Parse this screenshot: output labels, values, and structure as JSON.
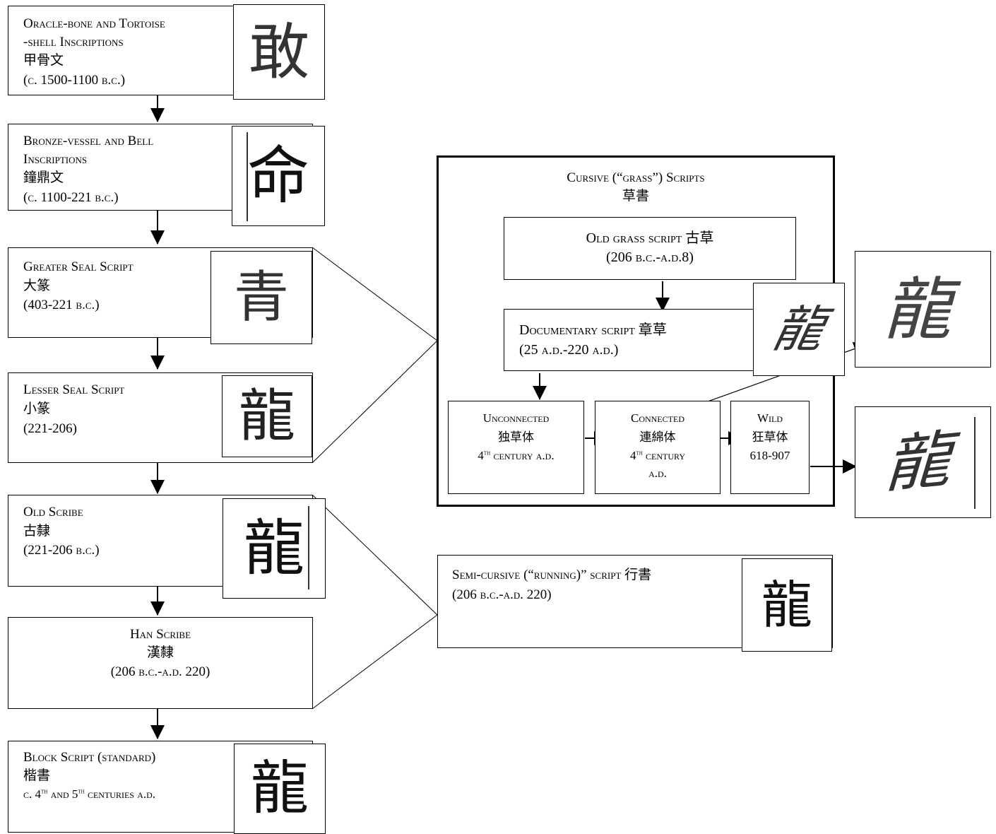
{
  "left": {
    "oracle": {
      "title": "Oracle-bone and Tortoise",
      "title2": "-shell Inscriptions",
      "chinese": "甲骨文",
      "date": "(c. 1500-1100 b.c.)",
      "glyph": "敢"
    },
    "bronze": {
      "title": "Bronze-vessel and Bell",
      "title2": "Inscriptions",
      "chinese": "鐘鼎文",
      "date": "(c. 1100-221 b.c.)",
      "glyph": "命"
    },
    "greater": {
      "title": "Greater Seal Script",
      "chinese": "大篆",
      "date": "(403-221 b.c.)",
      "glyph": "青"
    },
    "lesser": {
      "title": "Lesser Seal Script",
      "chinese": "小篆",
      "date": "(221-206)",
      "glyph": "龍"
    },
    "oldscribe": {
      "title": "Old Scribe",
      "chinese": "古隸",
      "date": "(221-206 b.c.)",
      "glyph": "龍"
    },
    "hanscribe": {
      "title": "Han Scribe",
      "chinese": "漢隸",
      "date": "(206 b.c.-a.d. 220)"
    },
    "block": {
      "title": "Block Script (standard)",
      "chinese": "楷書",
      "date_prefix": "c. 4",
      "date_sup1": "th",
      "date_mid": " and 5",
      "date_sup2": "th",
      "date_suffix": " centuries a.d.",
      "glyph": "龍"
    }
  },
  "cursive": {
    "title": "Cursive (“grass”) Scripts",
    "chinese": "草書",
    "old_grass": {
      "title": "Old grass script 古草",
      "date": "(206 b.c.-a.d.8)"
    },
    "documentary": {
      "title": "Documentary script  章草",
      "date": "(25 a.d.-220 a.d.)",
      "glyph": "龍"
    },
    "unconnected": {
      "title": "Unconnected",
      "chinese": "独草体",
      "century_prefix": "4",
      "century_sup": "th",
      "century_suffix": " century a.d."
    },
    "connected": {
      "title": "Connected",
      "chinese": "連綿体",
      "century_prefix": "4",
      "century_sup": "th",
      "century_suffix": " century",
      "century_line2": "a.d."
    },
    "wild": {
      "title": "Wild",
      "chinese": "狂草体",
      "date": "618-907"
    },
    "connected_sample_glyph": "龍",
    "wild_sample_glyph": "龍"
  },
  "semicursive": {
    "title": "Semi-cursive (“running)” script 行書",
    "date": "(206 b.c.-a.d. 220)",
    "glyph": "龍"
  }
}
